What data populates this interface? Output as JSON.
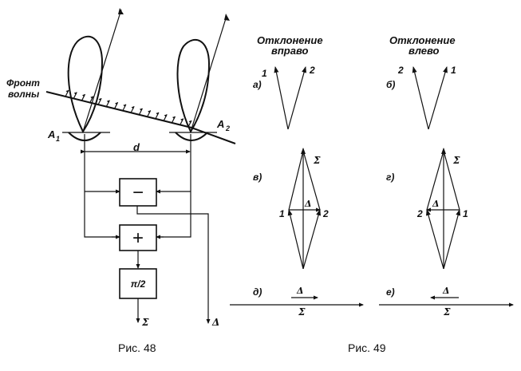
{
  "fig48": {
    "wave_front": "Фронт\nволны",
    "wave_front_l1": "Фронт",
    "wave_front_l2": "волны",
    "antenna1": "A",
    "antenna1_sub": "1",
    "antenna2": "A",
    "antenna2_sub": "2",
    "spacing": "d",
    "minus_block": "−",
    "plus_block": "+",
    "phase_block": "π/2",
    "out_sum": "Σ",
    "out_diff": "Δ",
    "caption": "Рис. 48"
  },
  "fig49": {
    "right_title_l1": "Отклонение",
    "right_title_l2": "вправо",
    "left_title_l1": "Отклонение",
    "left_title_l2": "влево",
    "label_a": "а)",
    "label_b": "б)",
    "label_v": "в)",
    "label_g": "г)",
    "label_d": "д)",
    "label_e": "е)",
    "v1": "1",
    "v2": "2",
    "sigma": "Σ",
    "delta": "Δ",
    "caption": "Рис. 49"
  }
}
